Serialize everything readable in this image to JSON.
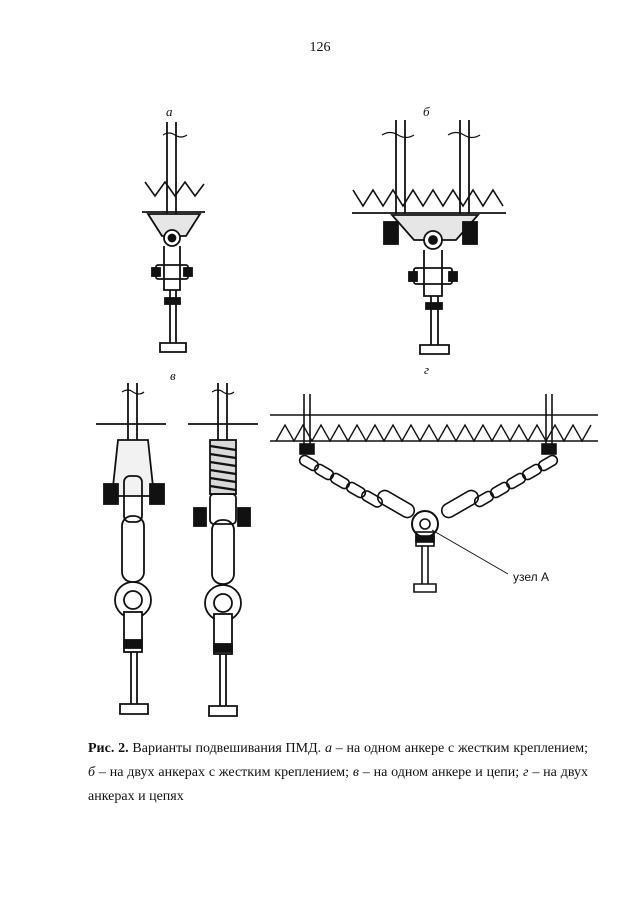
{
  "page_number": "126",
  "panels": {
    "a": "а",
    "b": "б",
    "v": "в",
    "g": "г"
  },
  "node_label": "узел А",
  "caption": {
    "prefix": "Рис. 2.",
    "title": " Варианты подвешивания ПМД. ",
    "a_letter": "а",
    "a_text": " – на одном анкере с жестким креплением; ",
    "b_letter": "б",
    "b_text": " – на двух анкерах с жестким креплением; ",
    "v_letter": "в",
    "v_text": " – на одном анкере и цепи; ",
    "g_letter": "г",
    "g_text": " – на двух анкерах и цепях"
  }
}
